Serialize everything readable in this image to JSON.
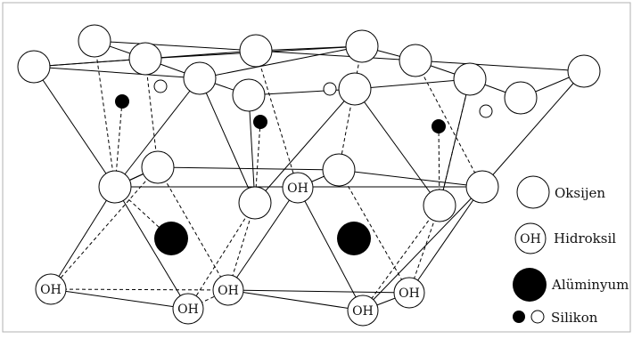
{
  "labels": {
    "hydroxyl_symbol": "OH"
  },
  "legend": {
    "oxygen": "Oksijen",
    "hydroxyl_symbol": "OH",
    "hydroxyl": "Hidroksil",
    "aluminum": "Alüminyum",
    "silicon": "Silikon"
  },
  "colors": {
    "atom_fill": "#ffffff",
    "atom_stroke": "#000000",
    "aluminum": "#000000",
    "silicon_dark": "#000000"
  }
}
